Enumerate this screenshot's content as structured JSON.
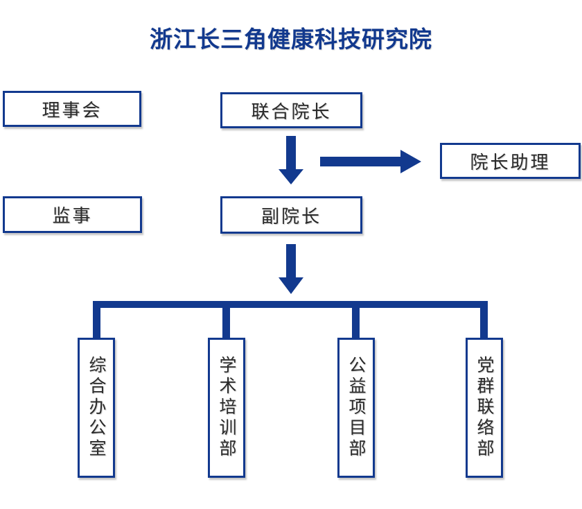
{
  "title": "浙江长三角健康科技研究院",
  "colors": {
    "accent": "#12398E",
    "node_text": "#2A2A2A",
    "background": "#FFFFFF"
  },
  "nodes": {
    "board": "理事会",
    "joint_dean": "联合院长",
    "dean_assistant": "院长助理",
    "supervisor": "监事",
    "vice_dean": "副院长"
  },
  "departments": [
    "综合办公室",
    "学术培训部",
    "公益项目部",
    "党群联络部"
  ]
}
